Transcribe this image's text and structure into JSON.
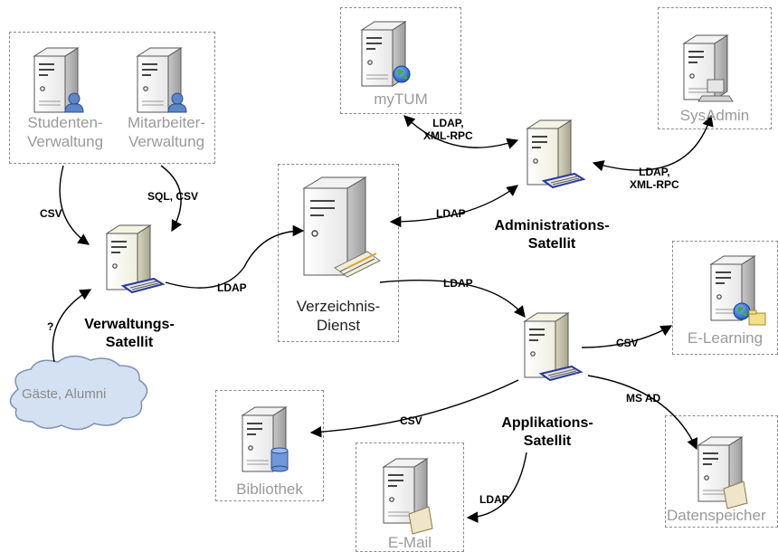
{
  "nodes": {
    "studenten": {
      "label_line1": "Studenten-",
      "label_line2": "Verwaltung"
    },
    "mitarbeiter": {
      "label_line1": "Mitarbeiter-",
      "label_line2": "Verwaltung"
    },
    "mytum": {
      "label": "myTUM"
    },
    "sysadmin": {
      "label": "SysAdmin"
    },
    "verzeichnis": {
      "label_line1": "Verzeichnis-",
      "label_line2": "Dienst"
    },
    "administrations": {
      "label_line1": "Administrations-",
      "label_line2": "Satellit"
    },
    "verwaltungs": {
      "label_line1": "Verwaltungs-",
      "label_line2": "Satellit"
    },
    "applikations": {
      "label_line1": "Applikations-",
      "label_line2": "Satellit"
    },
    "elearning": {
      "label": "E-Learning"
    },
    "bibliothek": {
      "label": "Bibliothek"
    },
    "email": {
      "label": "E-Mail"
    },
    "datenspeicher": {
      "label": "Datenspeicher"
    },
    "gaeste": {
      "label": "Gäste, Alumni"
    }
  },
  "edges": {
    "csv_studenten": "CSV",
    "sql_csv": "SQL, CSV",
    "question": "?",
    "ldap_verwaltung": "LDAP",
    "ldap_admin": "LDAP",
    "ldap_mytum_1": "LDAP,",
    "ldap_mytum_2": "XML-RPC",
    "ldap_sysadmin_1": "LDAP,",
    "ldap_sysadmin_2": "XML-RPC",
    "ldap_app": "LDAP",
    "csv_elearning": "CSV",
    "csv_bibliothek": "CSV",
    "ms_ad": "MS AD",
    "ldap_email": "LDAP"
  }
}
